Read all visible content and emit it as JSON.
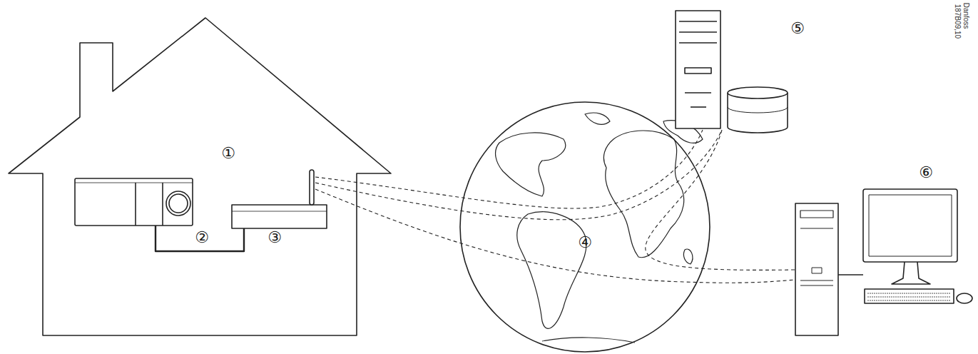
{
  "diagram": {
    "labels": [
      "①",
      "②",
      "③",
      "④",
      "⑤",
      "⑥",
      "Danfoss",
      "187B09,10"
    ]
  }
}
